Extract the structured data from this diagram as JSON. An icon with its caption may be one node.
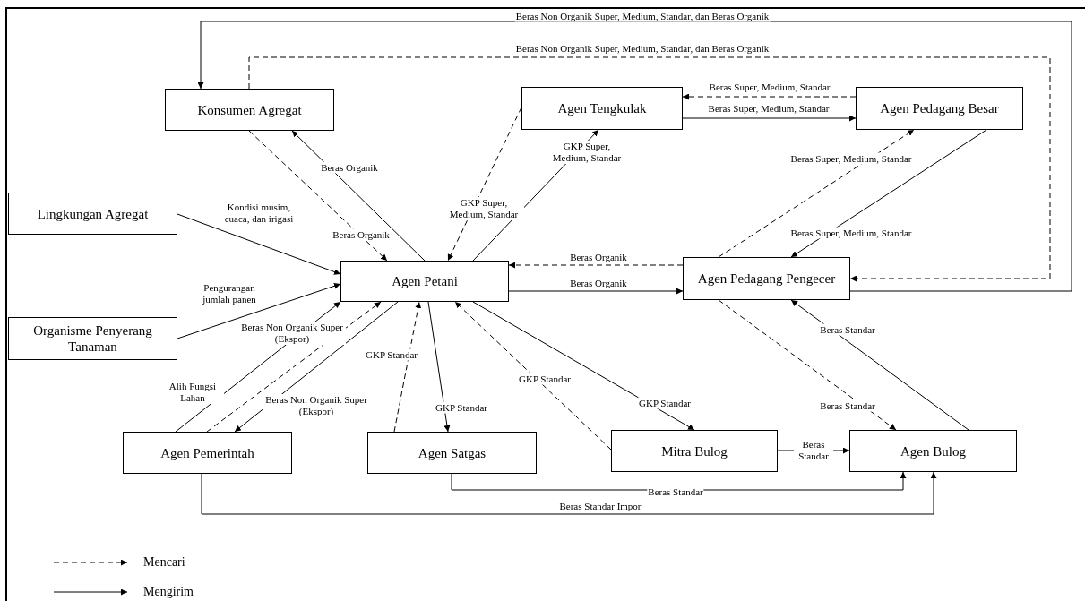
{
  "diagram": {
    "nodes": [
      {
        "text": [
          "Konsumen Agregat"
        ]
      },
      {
        "text": [
          "Agen Tengkulak"
        ]
      },
      {
        "text": [
          "Agen Pedagang Besar"
        ]
      },
      {
        "text": [
          "Lingkungan Agregat"
        ]
      },
      {
        "text": [
          "Agen Petani"
        ]
      },
      {
        "text": [
          "Agen Pedagang Pengecer"
        ]
      },
      {
        "text": [
          "Organisme Penyerang Tanaman"
        ]
      },
      {
        "text": [
          "Agen Pemerintah"
        ]
      },
      {
        "text": [
          "Agen Satgas"
        ]
      },
      {
        "text": [
          "Mitra Bulog"
        ]
      },
      {
        "text": [
          "Agen Bulog"
        ]
      }
    ],
    "edges": [
      {
        "from": 5,
        "to": 0,
        "arrow": "to",
        "label": "Beras Non Organik Super, Medium, Standar, dan Beras Organik"
      },
      {
        "from": 0,
        "to": 5,
        "arrow": "to",
        "style": "dashed",
        "label": "Beras Non Organik Super, Medium, Standar, dan Beras Organik"
      },
      {
        "from": 0,
        "to": 4,
        "arrow": "to",
        "style": "dashed",
        "label": "Beras Organik"
      },
      {
        "from": 4,
        "to": 0,
        "arrow": "to",
        "label": "Beras Organik"
      },
      {
        "from": 1,
        "to": 4,
        "arrow": "to",
        "style": "dashed",
        "label": "GKP Super, Medium, Standar"
      },
      {
        "from": 4,
        "to": 1,
        "arrow": "to",
        "label": "GKP Super, Medium, Standar"
      },
      {
        "from": 2,
        "to": 1,
        "arrow": "to",
        "style": "dashed",
        "label": "Beras Super, Medium, Standar"
      },
      {
        "from": 1,
        "to": 2,
        "arrow": "to",
        "label": "Beras Super, Medium, Standar"
      },
      {
        "from": 5,
        "to": 2,
        "arrow": "to",
        "style": "dashed",
        "label": "Beras Super, Medium, Standar"
      },
      {
        "from": 2,
        "to": 5,
        "arrow": "to",
        "label": "Beras Super, Medium, Standar"
      },
      {
        "from": 5,
        "to": 4,
        "arrow": "to",
        "style": "dashed",
        "label": "Beras Organik"
      },
      {
        "from": 4,
        "to": 5,
        "arrow": "to",
        "label": "Beras Organik"
      },
      {
        "from": 3,
        "to": 4,
        "arrow": "to",
        "label": "Kondisi musim, cuaca, dan irigasi"
      },
      {
        "from": 6,
        "to": 4,
        "arrow": "to",
        "label": "Pengurangan jumlah panen"
      },
      {
        "from": 7,
        "to": 4,
        "arrow": "to",
        "label": "Alih Fungsi Lahan"
      },
      {
        "from": 7,
        "to": 4,
        "arrow": "to",
        "style": "dashed",
        "label": "Beras Non Organik Super (Ekspor)"
      },
      {
        "from": 4,
        "to": 7,
        "arrow": "to",
        "label": "Beras Non Organik Super (Ekspor)"
      },
      {
        "from": 8,
        "to": 4,
        "arrow": "to",
        "style": "dashed",
        "label": "GKP Standar"
      },
      {
        "from": 4,
        "to": 8,
        "arrow": "to",
        "label": "GKP Standar"
      },
      {
        "from": 9,
        "to": 4,
        "arrow": "to",
        "style": "dashed",
        "label": "GKP Standar"
      },
      {
        "from": 4,
        "to": 9,
        "arrow": "to",
        "label": "GKP Standar"
      },
      {
        "from": 9,
        "to": 10,
        "arrow": "to",
        "label": "Beras Standar"
      },
      {
        "from": 5,
        "to": 10,
        "arrow": "to",
        "style": "dashed",
        "label": "Beras Standar"
      },
      {
        "from": 10,
        "to": 5,
        "arrow": "to",
        "label": "Beras Standar"
      },
      {
        "from": 8,
        "to": 10,
        "arrow": "to",
        "label": "Beras Standar"
      },
      {
        "from": 7,
        "to": 10,
        "arrow": "to",
        "label": "Beras Standar Impor"
      }
    ],
    "legend": [
      {
        "text": "Mencari"
      },
      {
        "text": "Mengirim"
      }
    ]
  }
}
